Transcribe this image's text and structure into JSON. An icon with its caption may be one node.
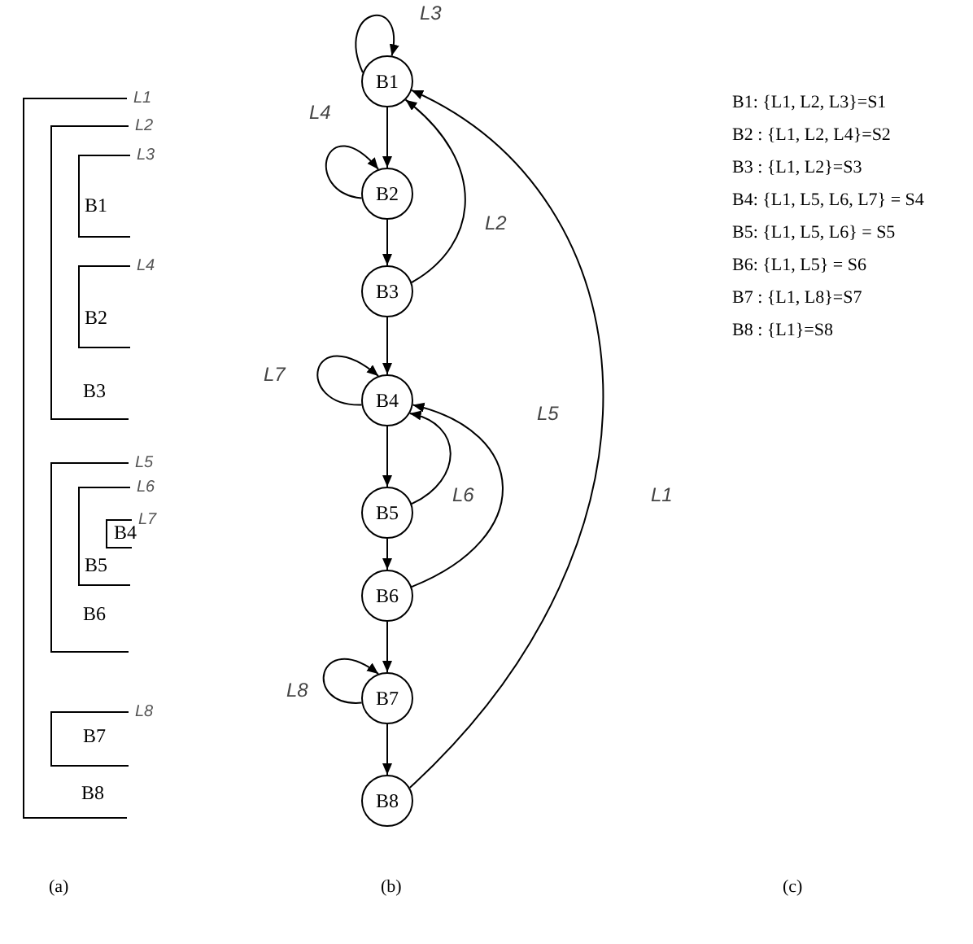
{
  "diagram": {
    "nodes": [
      {
        "text": [
          "L1",
          "B8"
        ]
      },
      {
        "text": [
          "L2",
          "B3"
        ],
        "in": 0
      },
      {
        "text": [
          "L3",
          "B1"
        ],
        "in": 1
      },
      {
        "text": [
          "L4",
          "B2"
        ],
        "in": 1
      },
      {
        "text": [
          "L5",
          "B6"
        ],
        "in": 0
      },
      {
        "text": [
          "L6",
          "B5"
        ],
        "in": 4
      },
      {
        "text": [
          "L7",
          "B4"
        ],
        "in": 5
      },
      {
        "text": [
          "L8",
          "B7"
        ],
        "in": 0
      },
      {
        "text": [
          "B1"
        ]
      },
      {
        "text": [
          "B2"
        ]
      },
      {
        "text": [
          "B3"
        ]
      },
      {
        "text": [
          "B4"
        ]
      },
      {
        "text": [
          "B5"
        ]
      },
      {
        "text": [
          "B6"
        ]
      },
      {
        "text": [
          "B7"
        ]
      },
      {
        "text": [
          "B8"
        ]
      }
    ],
    "edges": [
      {
        "from": 8,
        "to": 8,
        "arrow": "to",
        "label": "L3"
      },
      {
        "from": 8,
        "to": 9,
        "arrow": "to"
      },
      {
        "from": 9,
        "to": 9,
        "arrow": "to",
        "label": "L4"
      },
      {
        "from": 9,
        "to": 10,
        "arrow": "to"
      },
      {
        "from": 10,
        "to": 8,
        "arrow": "to",
        "label": "L2"
      },
      {
        "from": 10,
        "to": 11,
        "arrow": "to"
      },
      {
        "from": 11,
        "to": 11,
        "arrow": "to",
        "label": "L7"
      },
      {
        "from": 11,
        "to": 12,
        "arrow": "to"
      },
      {
        "from": 12,
        "to": 11,
        "arrow": "to",
        "label": "L6"
      },
      {
        "from": 12,
        "to": 13,
        "arrow": "to"
      },
      {
        "from": 13,
        "to": 11,
        "arrow": "to",
        "label": "L5"
      },
      {
        "from": 13,
        "to": 14,
        "arrow": "to"
      },
      {
        "from": 14,
        "to": 14,
        "arrow": "to",
        "label": "L8"
      },
      {
        "from": 14,
        "to": 15,
        "arrow": "to"
      },
      {
        "from": 15,
        "to": 8,
        "arrow": "to",
        "label": "L1"
      }
    ],
    "labels": [
      "B1: {L1, L2, L3}=S1",
      "B2 : {L1, L2, L4}=S2",
      "B3 : {L1, L2}=S3",
      "B4: {L1, L5, L6, L7} = S4",
      "B5: {L1, L5, L6} = S5",
      "B6: {L1, L5} = S6",
      "B7 : {L1, L8}=S7",
      "B8 : {L1}=S8",
      "(a)",
      "(b)",
      "(c)"
    ]
  }
}
